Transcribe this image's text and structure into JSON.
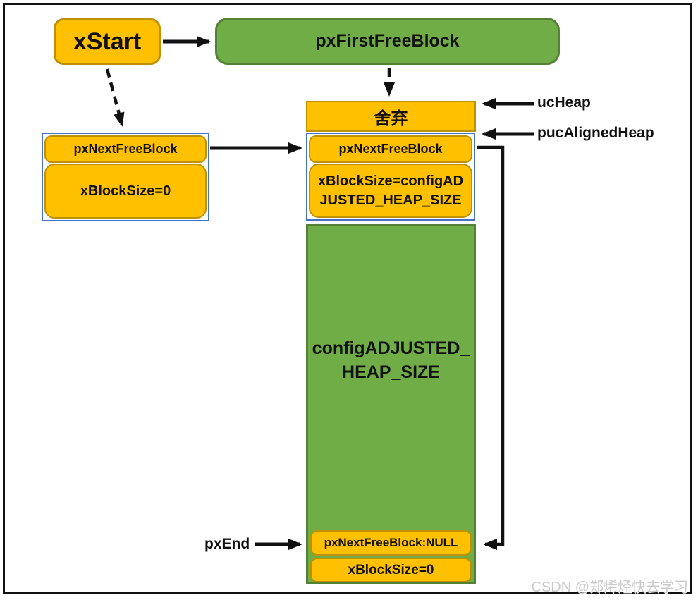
{
  "diagram": {
    "title_boxes": {
      "xstart": "xStart",
      "px_first_free_block": "pxFirstFreeBlock"
    },
    "left_block": {
      "next_free": "pxNextFreeBlock",
      "block_size": "xBlockSize=0"
    },
    "heap_column": {
      "discard": "舍弃",
      "next_free": "pxNextFreeBlock",
      "block_size_line1": "xBlockSize=configAD",
      "block_size_line2": "JUSTED_HEAP_SIZE",
      "heap_area_line1": "configADJUSTED_",
      "heap_area_line2": "HEAP_SIZE",
      "end_next_free": "pxNextFreeBlock:NULL",
      "end_block_size": "xBlockSize=0"
    },
    "labels": {
      "uc_heap": "ucHeap",
      "puc_aligned_heap": "pucAlignedHeap",
      "px_end": "pxEnd"
    },
    "watermark": "CSDN @郑烯烃快去学习",
    "colors": {
      "orange_fill": "#FFC000",
      "orange_border": "#BF9000",
      "green_fill": "#70AD47",
      "green_border": "#538135",
      "group_border_blue": "#4472C4",
      "arrow_black": "#111111",
      "watermark_gray": "#C9C9C9"
    }
  }
}
